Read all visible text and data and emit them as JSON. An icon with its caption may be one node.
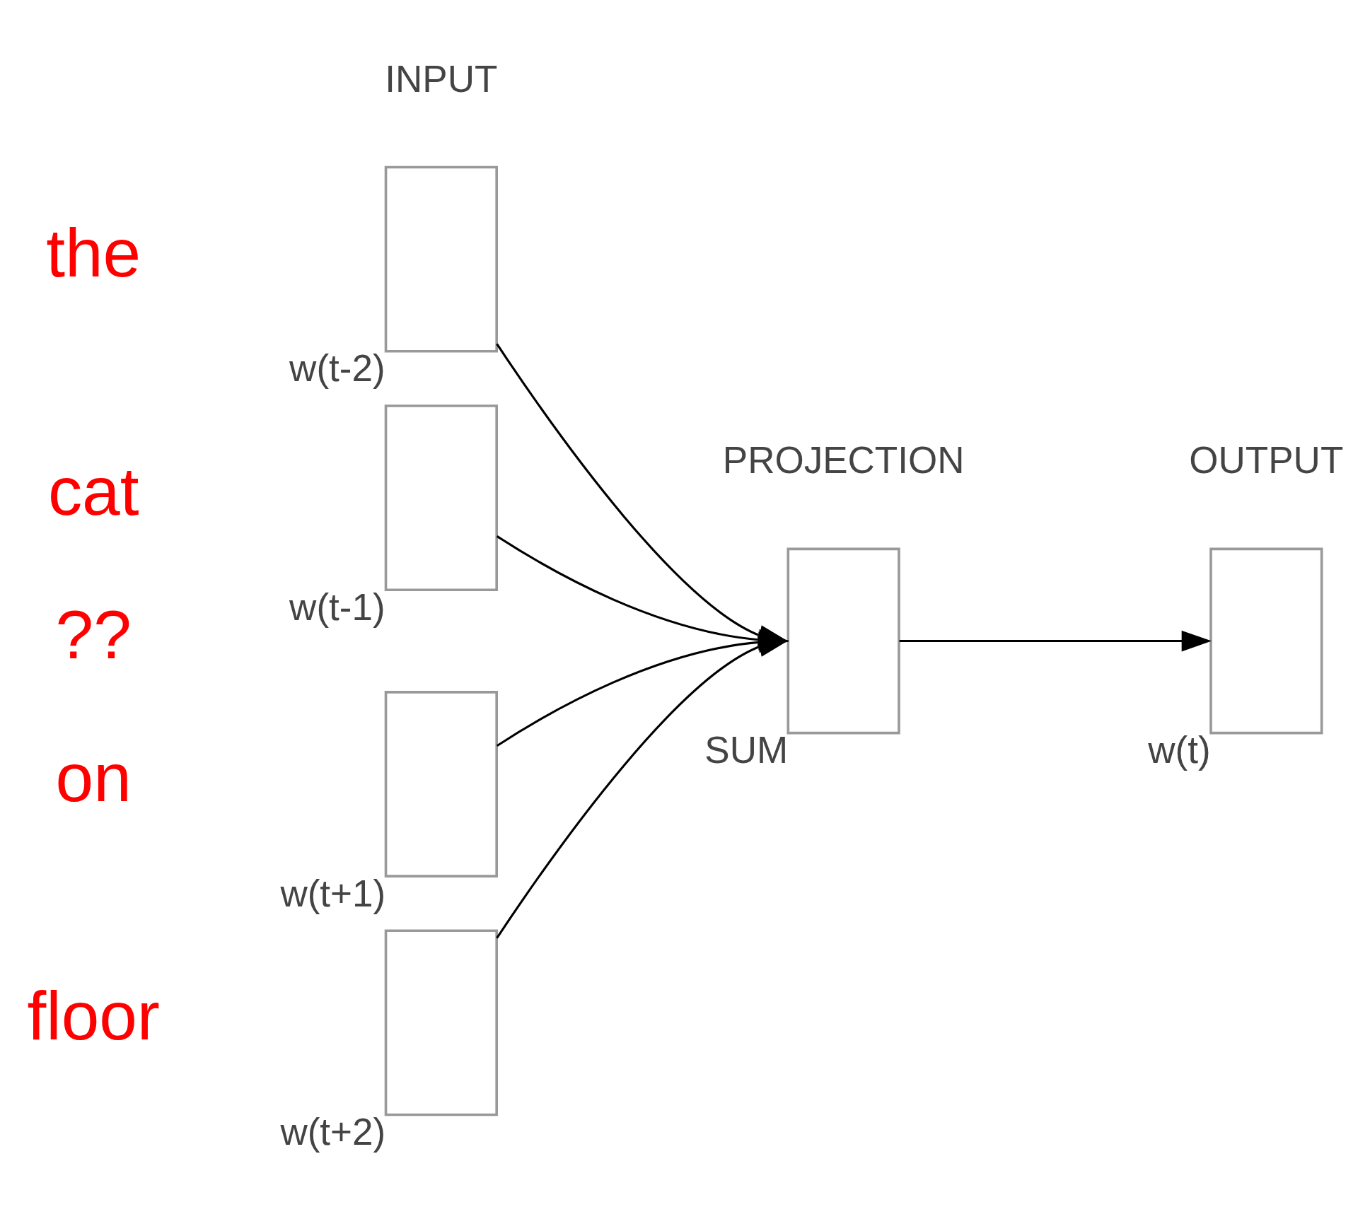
{
  "diagram": {
    "nodes": [
      {
        "text": [],
        "shape": "box",
        "beside": [
          "w(t-2)"
        ]
      },
      {
        "text": [],
        "shape": "box",
        "beside": [
          "w(t-1)"
        ]
      },
      {
        "text": [],
        "shape": "box",
        "beside": [
          "w(t+1)"
        ]
      },
      {
        "text": [],
        "shape": "box",
        "beside": [
          "w(t+2)"
        ]
      },
      {
        "text": [],
        "shape": "box",
        "beside": [
          "SUM"
        ]
      },
      {
        "text": [],
        "shape": "box",
        "beside": [
          "w(t)"
        ]
      }
    ],
    "edges": [
      {
        "from": 0,
        "to": 4,
        "arrow": "to"
      },
      {
        "from": 1,
        "to": 4,
        "arrow": "to"
      },
      {
        "from": 2,
        "to": 4,
        "arrow": "to"
      },
      {
        "from": 3,
        "to": 4,
        "arrow": "to"
      },
      {
        "from": 4,
        "to": 5,
        "arrow": "to"
      }
    ],
    "labels": [
      "INPUT",
      "PROJECTION",
      "OUTPUT",
      "the",
      "cat",
      "??",
      "on",
      "floor"
    ]
  }
}
